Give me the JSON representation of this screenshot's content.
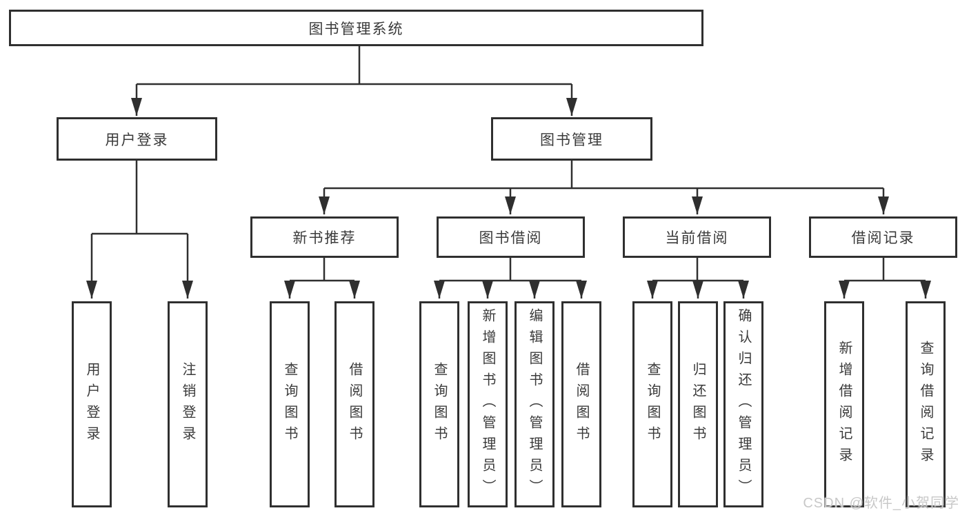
{
  "diagram": {
    "type": "hierarchy-tree",
    "title": "图书管理系统"
  },
  "tree": {
    "label": "图书管理系统",
    "children": [
      {
        "label": "用户登录",
        "children": [
          {
            "label": "用户登录"
          },
          {
            "label": "注销登录"
          }
        ]
      },
      {
        "label": "图书管理",
        "children": [
          {
            "label": "新书推荐",
            "children": [
              {
                "label": "查询图书"
              },
              {
                "label": "借阅图书"
              }
            ]
          },
          {
            "label": "图书借阅",
            "children": [
              {
                "label": "查询图书"
              },
              {
                "label": "新增图书（管理员）"
              },
              {
                "label": "编辑图书（管理员）"
              },
              {
                "label": "借阅图书"
              }
            ]
          },
          {
            "label": "当前借阅",
            "children": [
              {
                "label": "查询图书"
              },
              {
                "label": "归还图书"
              },
              {
                "label": "确认归还（管理员）"
              }
            ]
          },
          {
            "label": "借阅记录",
            "children": [
              {
                "label": "新增借阅记录"
              },
              {
                "label": "查询借阅记录"
              }
            ]
          }
        ]
      }
    ]
  },
  "watermark": {
    "text": "CSDN @软件_小贺同学"
  },
  "colors": {
    "line": "#2f2f2f",
    "box_border": "#2f2f2f",
    "text": "#3a3a3a",
    "watermark": "#c8c8c8",
    "background": "#ffffff"
  }
}
